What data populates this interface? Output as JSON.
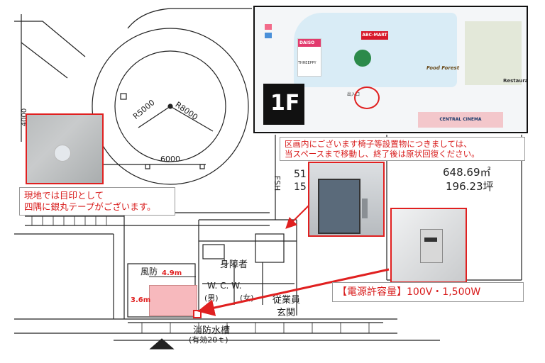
{
  "floor_label": "1F",
  "map_labels": {
    "daiso": "DAISO",
    "abc_mart": "ABC-MART",
    "food_forest": "Food Forest",
    "restaurant": "Restaura",
    "cinema": "CENTRAL CINEMA",
    "three_ppy": "THREEPPY",
    "entrance": "出入口"
  },
  "notes": {
    "chair_notice": [
      "区画内にございます椅子等設置物につきましては、",
      "当スペースまで移動し、終了後は原状回復ください。"
    ],
    "marker_notice": [
      "現地では目印として",
      "四隅に銀丸テープがございます。"
    ],
    "power": "【電源許容量】100V・1,500W"
  },
  "floor_plan": {
    "r5000": "R5000",
    "r8000": "R8000",
    "dim_6000": "6000",
    "area_m2": "648.69㎡",
    "area_tsubo": "196.23坪",
    "num_51": "51",
    "num_15": "15",
    "fsh": "FSH",
    "windbreak": "風防",
    "accessible": "身障者",
    "wc": "W. C. W.",
    "men": "(男)",
    "women": "(女)",
    "staff": "従業員",
    "entrance": "玄関",
    "water_tank": "消防水槽",
    "tank_sub": "(有効20ｔ)",
    "dim_4000": "4000"
  },
  "space": {
    "width_label": "4.9m",
    "height_label": "3.6m"
  },
  "colors": {
    "accent_red": "#e02020",
    "space_fill": "#f7b9bd"
  }
}
